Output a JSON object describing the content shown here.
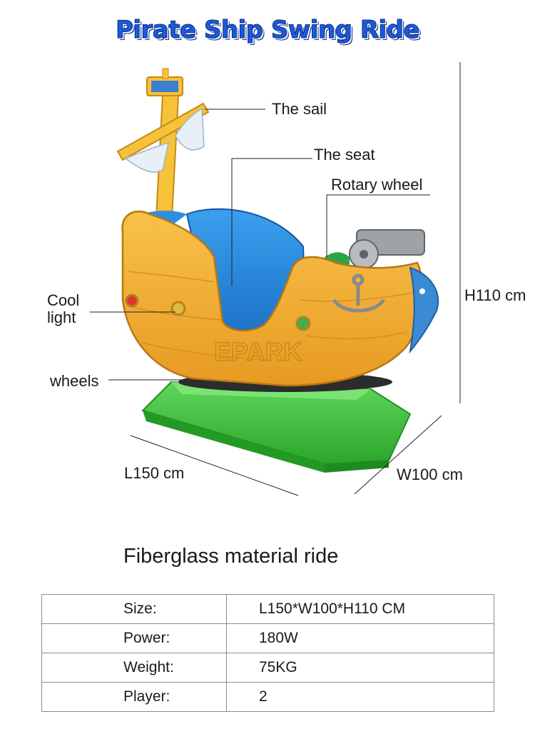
{
  "title": "Pirate Ship Swing Ride",
  "labels": {
    "sail": "The sail",
    "seat": "The seat",
    "rotary_wheel": "Rotary wheel",
    "cool_light_line1": "Cool",
    "cool_light_line2": "light",
    "wheels": "wheels",
    "height": "H110 cm",
    "length": "L150 cm",
    "width": "W100 cm"
  },
  "watermark": "EPARK",
  "subtitle": "Fiberglass material ride",
  "specs": [
    {
      "key": "Size:",
      "value": "L150*W100*H110 CM"
    },
    {
      "key": "Power:",
      "value": "180W"
    },
    {
      "key": "Weight:",
      "value": "75KG"
    },
    {
      "key": "Player:",
      "value": "2"
    }
  ],
  "colors": {
    "title": "#1a5bd8",
    "hull": "#f2b135",
    "seat": "#2e8fe0",
    "base": "#3fc23f",
    "mast": "#f5c23a"
  }
}
